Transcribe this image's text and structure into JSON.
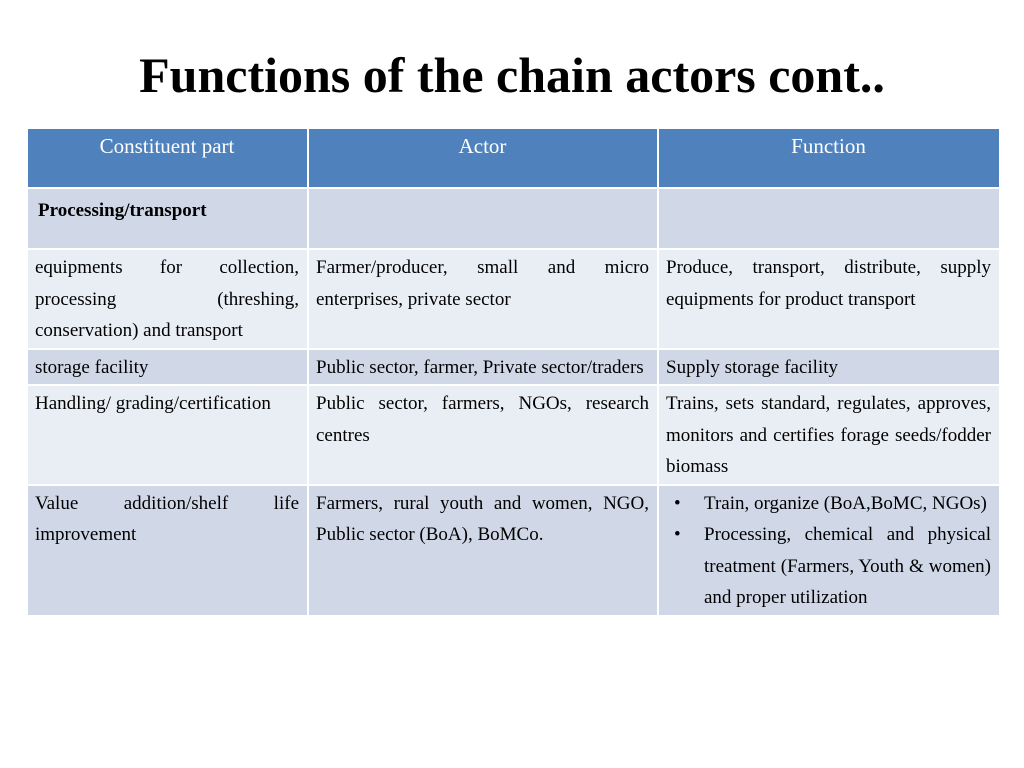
{
  "slide": {
    "title": "Functions of the chain actors cont.."
  },
  "table": {
    "headers": [
      "Constituent part",
      "Actor",
      "Function"
    ],
    "section_label": "Processing/transport",
    "rows": [
      {
        "part": "equipments for collection, processing (threshing, conservation) and transport",
        "actor": "Farmer/producer, small and micro enterprises, private sector",
        "function": "Produce, transport, distribute, supply equipments for product transport"
      },
      {
        "part": "storage facility",
        "actor": "Public sector, farmer, Private sector/traders",
        "function": "Supply storage facility"
      },
      {
        "part": "Handling/ grading/certification",
        "actor": "Public sector, farmers, NGOs, research centres",
        "function": "Trains, sets standard, regulates, approves, monitors and certifies forage seeds/fodder biomass"
      },
      {
        "part": "Value addition/shelf life improvement",
        "actor": "Farmers, rural youth and women, NGO, Public sector (BoA), BoMCo.",
        "function_bullets": [
          "Train, organize (BoA,BoMC, NGOs)",
          "Processing, chemical and physical treatment (Farmers, Youth & women) and proper utilization"
        ]
      }
    ],
    "bullet_glyph": "•"
  },
  "colors": {
    "header_bg": "#4f81bd",
    "row_dark": "#d0d8e8",
    "row_light": "#e9edf4"
  }
}
